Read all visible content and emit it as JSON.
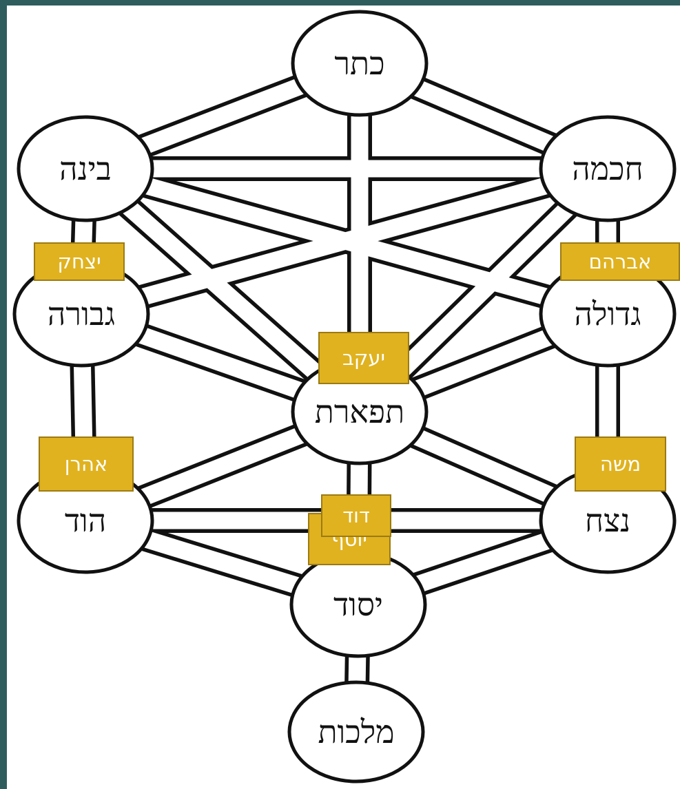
{
  "diagram": {
    "sefirot": {
      "keter": "כתר",
      "chochmah": "חכמה",
      "binah": "בינה",
      "gedulah": "גדולה",
      "gevurah": "גבורה",
      "tiferet": "תפארת",
      "netzach": "נצח",
      "hod": "הוד",
      "yesod": "יסוד",
      "malchut": "מלכות"
    },
    "labels": {
      "avraham": "אברהם",
      "yitzchak": "יצחק",
      "yaakov": "יעקב",
      "moshe": "משה",
      "aharon": "אהרן",
      "yosef": "יוסף",
      "david": "דוד"
    },
    "colors": {
      "background": "#2f5d5e",
      "panel": "#ffffff",
      "ink": "#111111",
      "label_fill": "#e0b21f",
      "label_border": "#9c7a12",
      "label_text": "#ffffff"
    }
  }
}
